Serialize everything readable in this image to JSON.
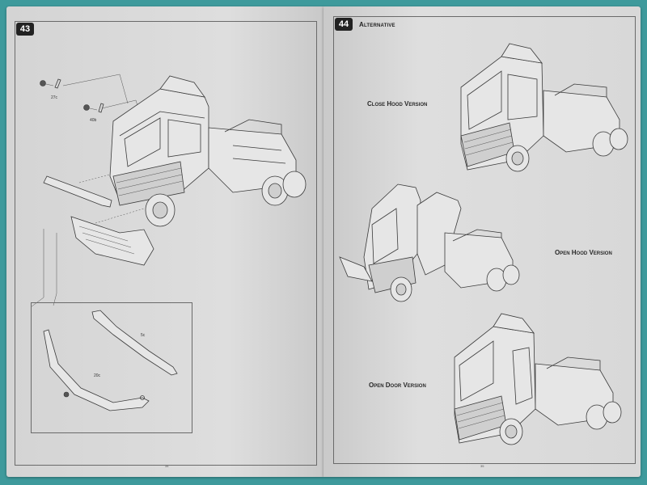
{
  "left_page": {
    "step_number": "43",
    "part_labels": [
      "27c",
      "40b",
      "5c",
      "20c"
    ],
    "page_number": "34"
  },
  "right_page": {
    "step_number": "44",
    "heading": "Alternative",
    "versions": [
      {
        "label": "Close Hood Version"
      },
      {
        "label": "Open Hood Version"
      },
      {
        "label": "Open Door Version"
      }
    ],
    "page_number": "35"
  }
}
